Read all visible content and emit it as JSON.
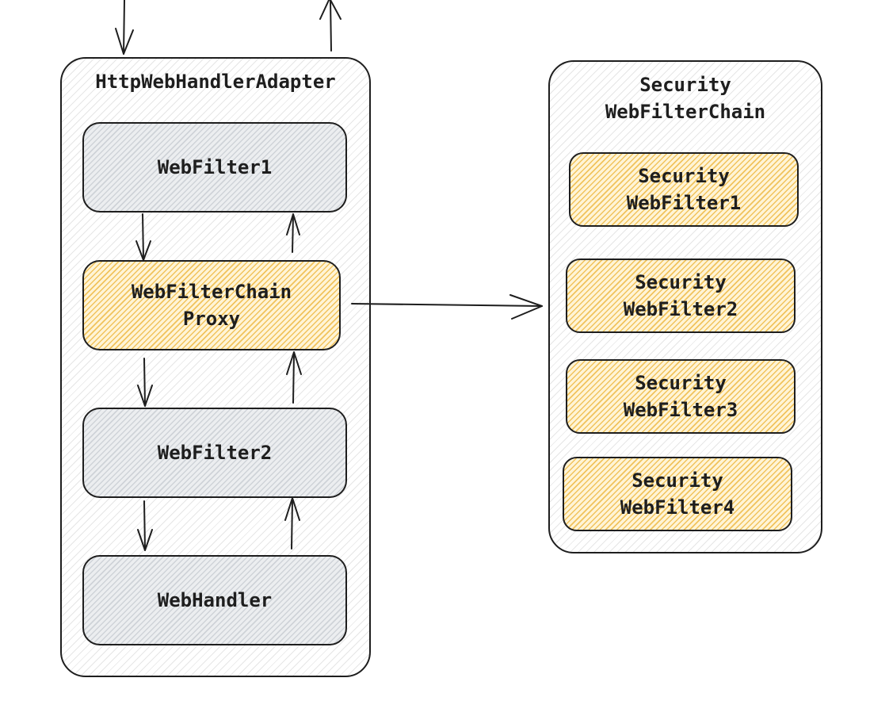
{
  "adapter": {
    "title": "HttpWebHandlerAdapter",
    "webfilter1": "WebFilter1",
    "proxy_line1": "WebFilterChain",
    "proxy_line2": "Proxy",
    "webfilter2": "WebFilter2",
    "webhandler": "WebHandler"
  },
  "security_chain": {
    "title_line1": "Security",
    "title_line2": "WebFilterChain",
    "filters": [
      {
        "line1": "Security",
        "line2": "WebFilter1"
      },
      {
        "line1": "Security",
        "line2": "WebFilter2"
      },
      {
        "line1": "Security",
        "line2": "WebFilter3"
      },
      {
        "line1": "Security",
        "line2": "WebFilter4"
      }
    ]
  },
  "colors": {
    "stroke": "#1e1e1e",
    "gray_fill": "#eceef0",
    "yellow_fill": "#fff4d6",
    "yellow_hatch": "#f1c35c"
  }
}
